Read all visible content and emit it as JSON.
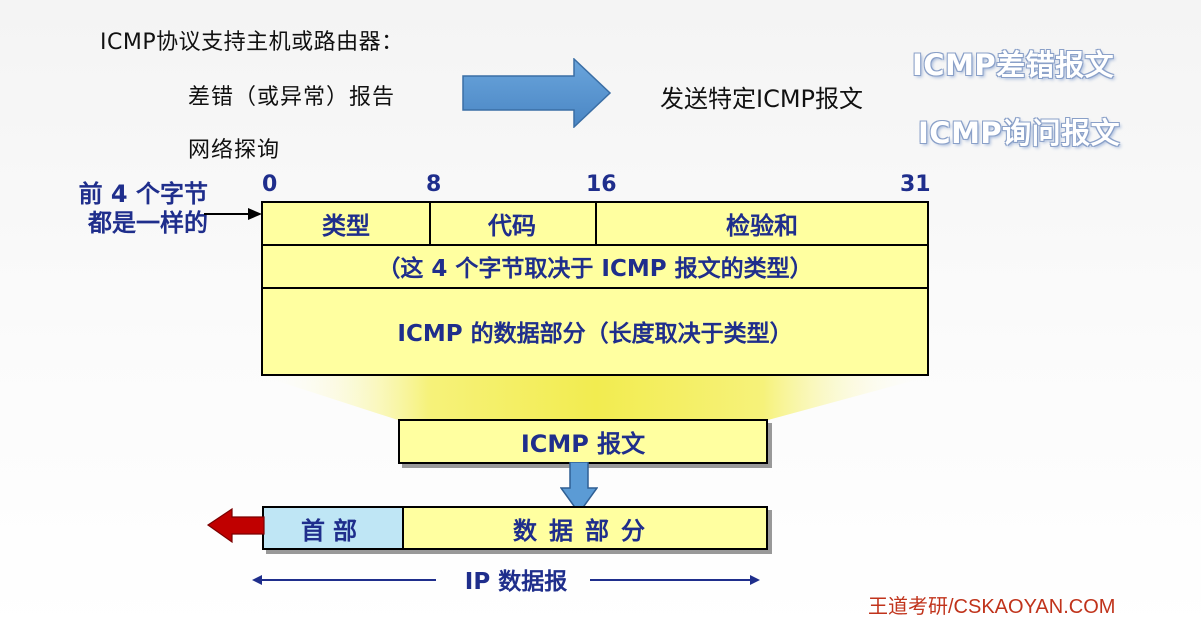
{
  "intro": "ICMP协议支持主机或路由器：",
  "items": [
    "差错（或异常）报告",
    "网络探询"
  ],
  "target_text": "发送特定ICMP报文",
  "tags": [
    "ICMP差错报文",
    "ICMP询问报文"
  ],
  "bits": [
    "0",
    "8",
    "16",
    "31"
  ],
  "note_lines": [
    "前 4 个字节",
    "都是一样的"
  ],
  "icmp_fields": {
    "type": "类型",
    "code": "代码",
    "checksum": "检验和",
    "row2": "（这 4 个字节取决于 ICMP 报文的类型）",
    "row3": "ICMP 的数据部分（长度取决于类型）"
  },
  "icmp_message": "ICMP 报文",
  "ip": {
    "header": "首部",
    "data": "数据部分",
    "label": "IP 数据报"
  },
  "colors": {
    "field_fill": "#ffffa0",
    "header_fill": "#bfe6f5",
    "label_blue": "#1f2e8c",
    "arrow_blue": "#5b9bd5",
    "arrow_red": "#c00000"
  },
  "watermark": "王道考研/CSKAOYAN.COM"
}
